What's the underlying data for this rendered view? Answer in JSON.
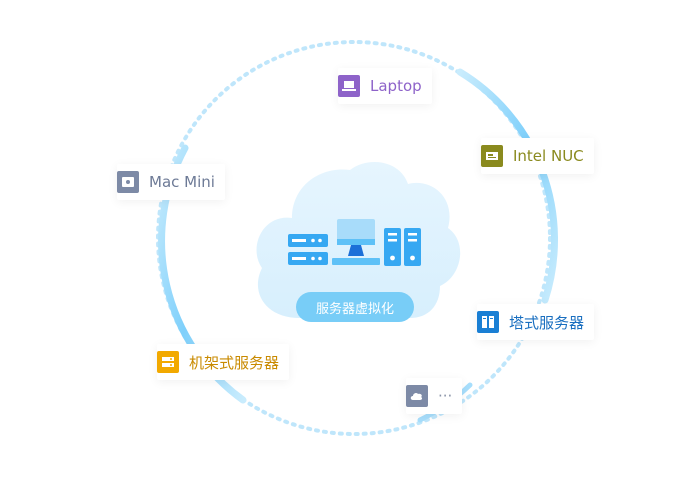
{
  "center": {
    "label": "服务器虚拟化"
  },
  "nodes": [
    {
      "id": "laptop",
      "label": "Laptop",
      "color": "#8e63c9",
      "icon": "laptop-icon"
    },
    {
      "id": "intel-nuc",
      "label": "Intel NUC",
      "color": "#8a8a1e",
      "icon": "intel-nuc-icon"
    },
    {
      "id": "mac-mini",
      "label": "Mac Mini",
      "color": "#7d8aa6",
      "icon": "mac-mini-icon"
    },
    {
      "id": "tower-server",
      "label": "塔式服务器",
      "color": "#1a7fd4",
      "icon": "tower-server-icon"
    },
    {
      "id": "rack-server",
      "label": "机架式服务器",
      "color": "#f2a900",
      "icon": "rack-server-icon"
    },
    {
      "id": "more",
      "label": "···",
      "color": "#7d8aa6",
      "icon": "cloud-icon"
    }
  ]
}
